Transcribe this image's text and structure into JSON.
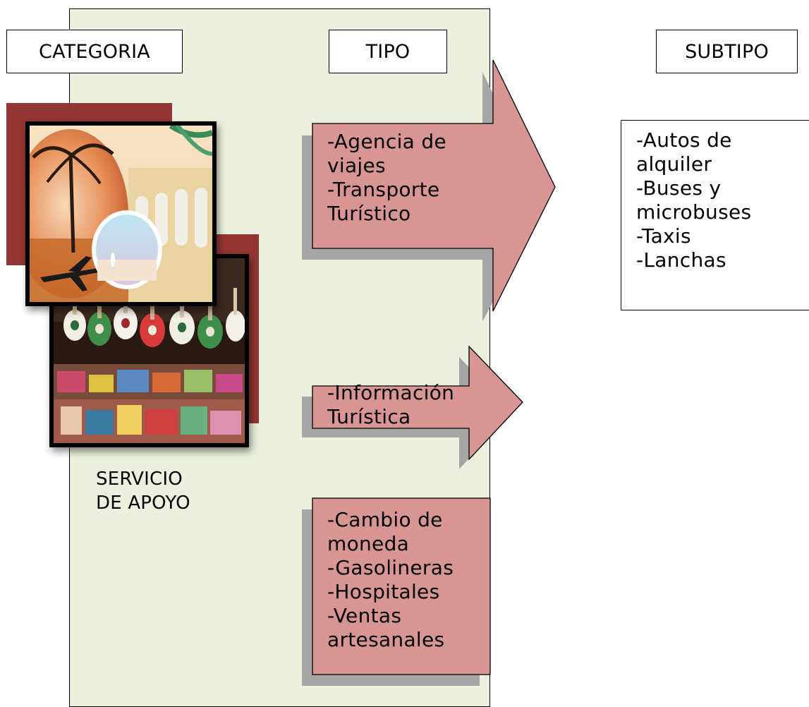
{
  "headers": {
    "categoria": "CATEGORIA",
    "tipo": "TIPO",
    "subtipo": "SUBTIPO"
  },
  "category_label": "SERVICIO\nDE APOYO",
  "tipo_boxes": [
    {
      "text": "-Agencia de\nviajes\n-Transporte\nTurístico"
    },
    {
      "text": "-Información\nTurística"
    },
    {
      "text": "-Cambio de\nmoneda\n-Gasolineras\n-Hospitales\n-Ventas\nartesanales"
    }
  ],
  "subtipo_box": {
    "text": "-Autos de\nalquiler\n-Buses y\nmicrobuses\n-Taxis\n-Lanchas"
  },
  "colors": {
    "panel_bg": "#ebf1de",
    "arrow_fill": "#d99594",
    "arrow_shadow": "#a6a6a6",
    "photo_back": "#943634"
  },
  "images": [
    {
      "name": "tourism-collage-photo"
    },
    {
      "name": "handicrafts-market-photo"
    }
  ]
}
